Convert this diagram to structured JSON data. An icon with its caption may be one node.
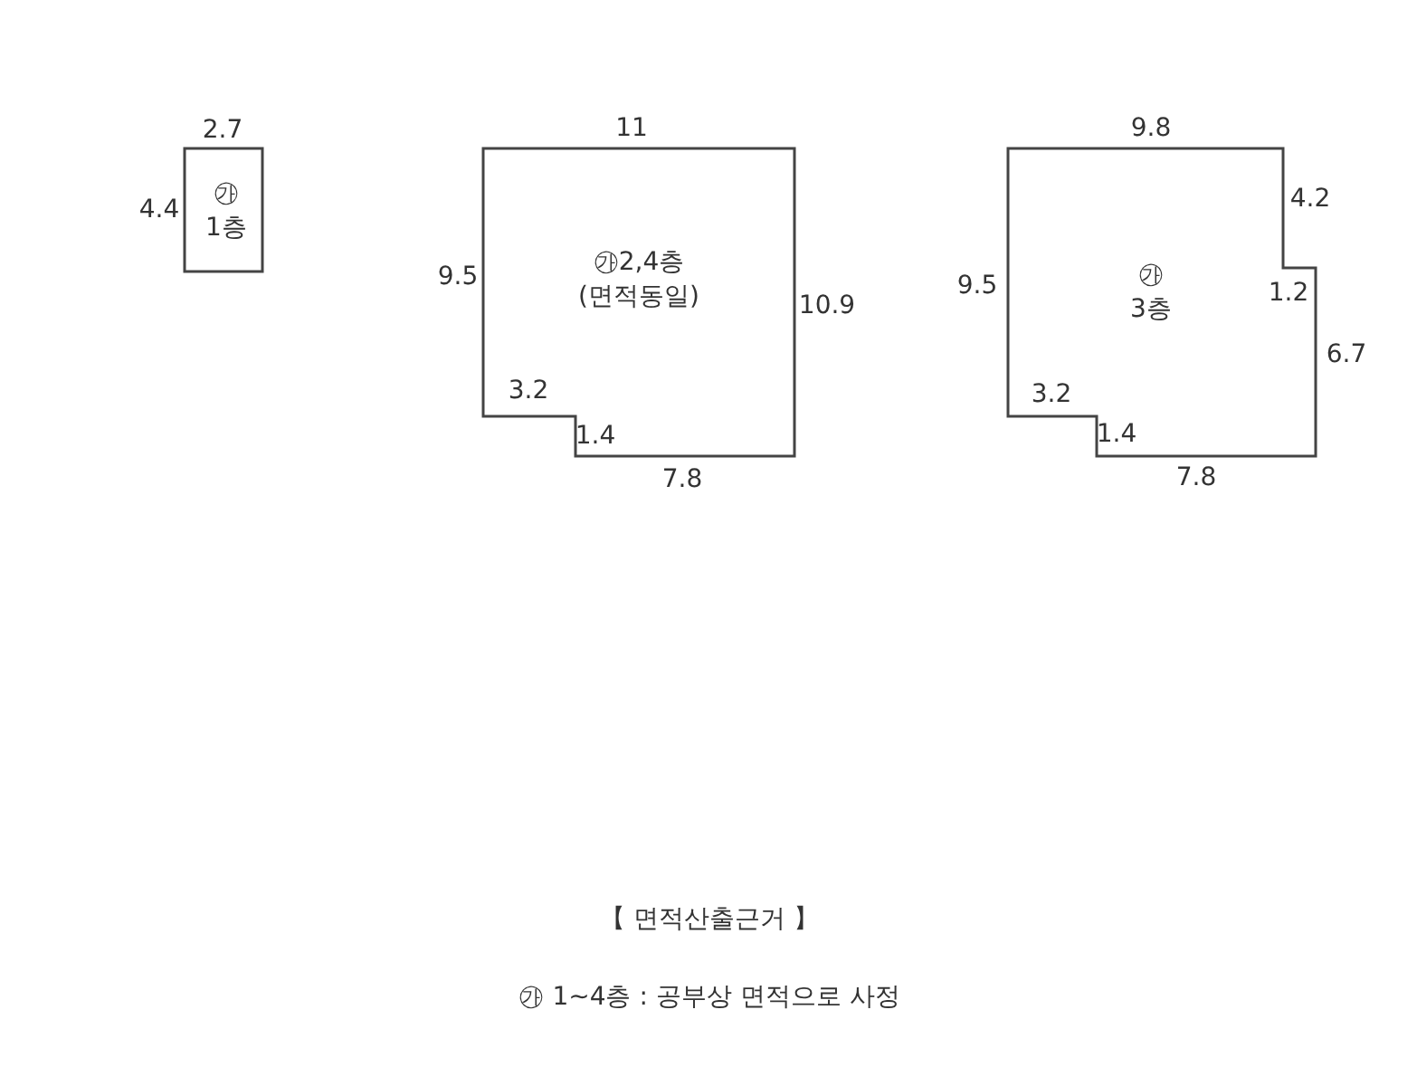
{
  "diagram": {
    "title": "【 면적산출근거 】",
    "caption": "㉮ 1~4층 : 공부상 면적으로 사정",
    "nodes": [
      {
        "text": [
          "㉮1층"
        ]
      },
      {
        "text": [
          "㉮2,4층 (면적동일)"
        ]
      },
      {
        "text": [
          "㉮3층"
        ]
      }
    ],
    "labels": [
      "2.7",
      "11",
      "9.8",
      "4.4",
      "4.2",
      "9.5",
      "9.5",
      "1.2",
      "10.9",
      "6.7",
      "3.2",
      "3.2",
      "1.4",
      "1.4",
      "7.8",
      "7.8"
    ]
  }
}
